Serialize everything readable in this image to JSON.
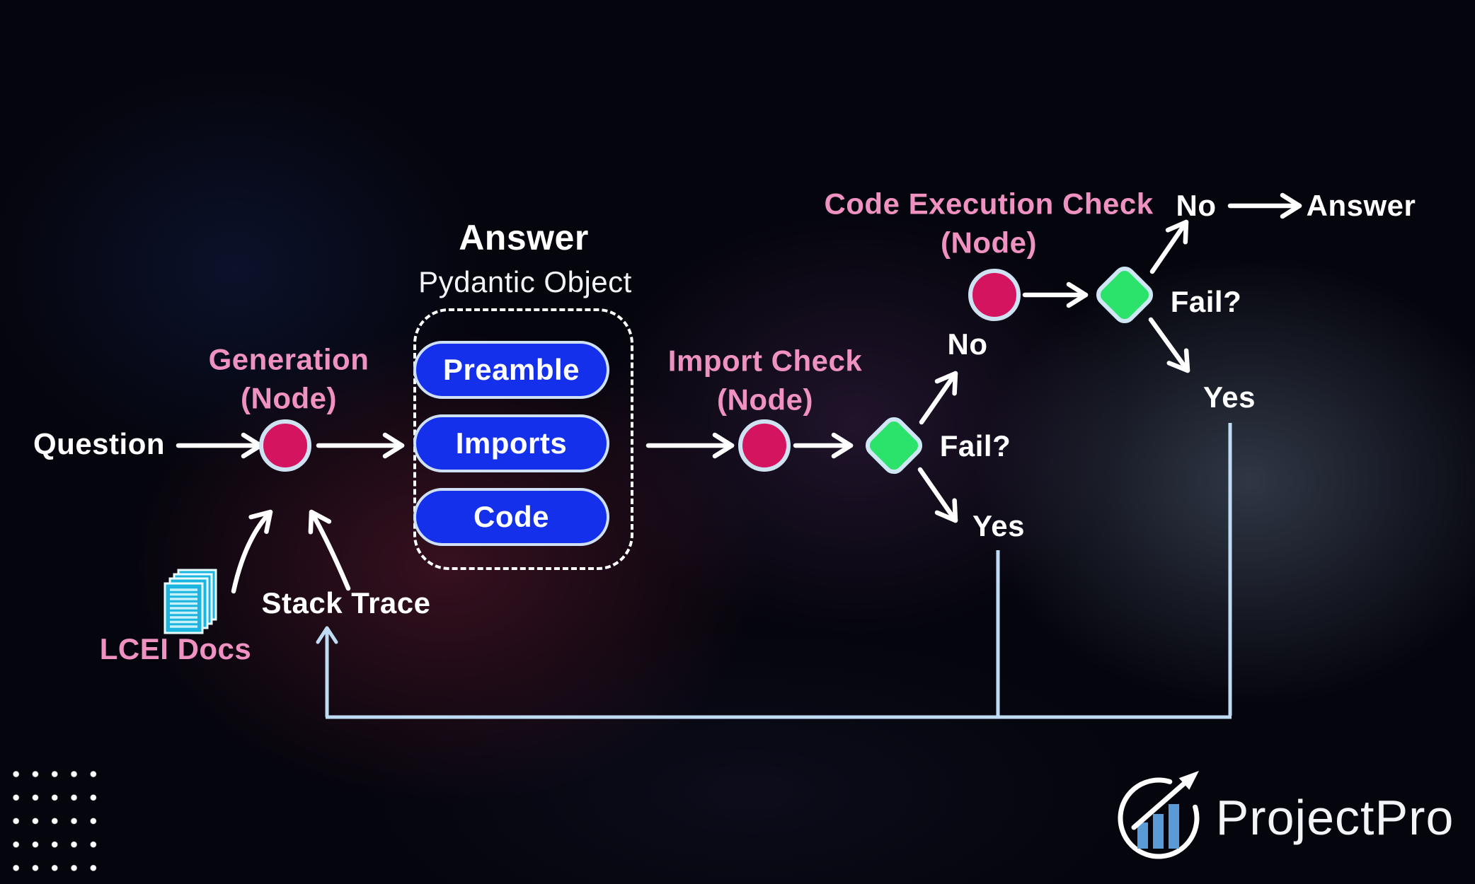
{
  "diagram": {
    "question_label": "Question",
    "generation_node": {
      "title": "Generation",
      "subtitle": "(Node)"
    },
    "answer_object": {
      "title": "Answer",
      "subtitle": "Pydantic Object",
      "fields": [
        "Preamble",
        "Imports",
        "Code"
      ]
    },
    "import_check_node": {
      "title": "Import Check",
      "subtitle": "(Node)",
      "fail_label": "Fail?",
      "no_label": "No",
      "yes_label": "Yes"
    },
    "code_execution_node": {
      "title": "Code Execution Check",
      "subtitle": "(Node)",
      "fail_label": "Fail?",
      "no_label": "No",
      "yes_label": "Yes",
      "answer_label": "Answer"
    },
    "lcei_docs_label": "LCEI Docs",
    "stack_trace_label": "Stack Trace"
  },
  "branding": {
    "logo_text": "ProjectPro"
  },
  "colors": {
    "background": "#05050d",
    "node_circle_pink": "#d4145f",
    "decision_diamond_green": "#2be36b",
    "field_pill_blue": "#1530ea",
    "pill_border": "#cfe0f4",
    "label_pink": "#ef92c1",
    "flow_white": "#ffffff",
    "loop_line_blue": "#bfdcf4",
    "docs_cyan": "#1cb5df",
    "logo_bar_blue": "#5b9bd5"
  }
}
